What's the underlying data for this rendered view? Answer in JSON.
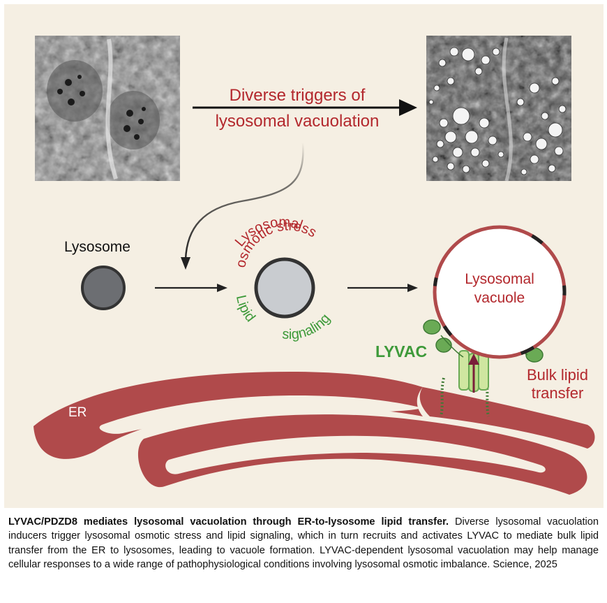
{
  "figure": {
    "triggers_line1": "Diverse triggers of",
    "triggers_line2": "lysosomal vacuolation",
    "lysosome_label": "Lysosome",
    "osmotic_stress_text": "Lysosomal osmotic stress",
    "lipid_word": "Lipid",
    "signaling_word": "signaling",
    "vacuole_line1": "Lysosomal",
    "vacuole_line2": "vacuole",
    "lyvac_label": "LYVAC",
    "bulk_line1": "Bulk lipid",
    "bulk_line2": "transfer",
    "er_label": "ER"
  },
  "caption": {
    "title": "LYVAC/PDZD8 mediates lysosomal vacuolation through ER-to-lysosome lipid transfer.",
    "body": " Diverse lysosomal vacuolation inducers trigger lysosomal osmotic stress and lipid signaling, which in turn recruits and activates LYVAC to mediate bulk lipid transfer from the ER to lysosomes, leading to vacuole formation. LYVAC-dependent lysosomal vacuolation may help manage cellular responses to a wide range of pathophysiological conditions involving lysosomal osmotic imbalance. Science, 2025"
  },
  "colors": {
    "background": "#f5efe3",
    "er_red": "#b04a4b",
    "text_red": "#b3282d",
    "green": "#3e9a3a",
    "protein_green": "#6aaa55",
    "lysosome_grey": "#6c6e72",
    "stressed_lysosome": "#c9ccd0"
  }
}
